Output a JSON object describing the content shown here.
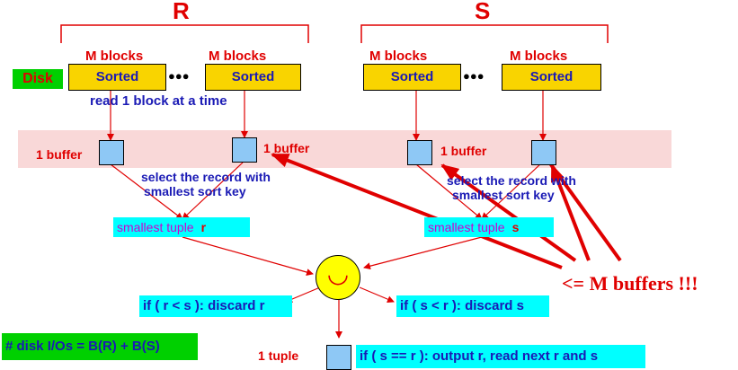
{
  "relations": {
    "r_label": "R",
    "s_label": "S"
  },
  "disk_label": "Disk",
  "blocks": {
    "m_blocks": "M blocks",
    "sorted": "Sorted",
    "ellipsis": "●●●"
  },
  "notes": {
    "read_one_block": "read 1 block at a time",
    "one_buffer": "1 buffer",
    "select_record": "select the record with",
    "smallest_sort_key": "smallest sort key"
  },
  "smallest": {
    "r_text": "smallest tuple",
    "r_var": "r",
    "s_text": "smallest tuple",
    "s_var": "s"
  },
  "merge_symbol": "◡",
  "conditions": {
    "discard_r": "if ( r < s ): discard r",
    "discard_s": "if ( s < r ): discard s",
    "output": "if ( s == r ): output r, read next r and s"
  },
  "output_label": "1 tuple",
  "disk_io": "# disk I/Os = B(R) + B(S)",
  "m_buffers_note": "<= M buffers !!!",
  "colors": {
    "red": "#e00000",
    "blue": "#1a1ab5",
    "yellow": "#f9d400",
    "cyan": "#00ffff",
    "green": "#00d000",
    "pink": "#f9d8d8",
    "buffer": "#8ec8f5"
  }
}
